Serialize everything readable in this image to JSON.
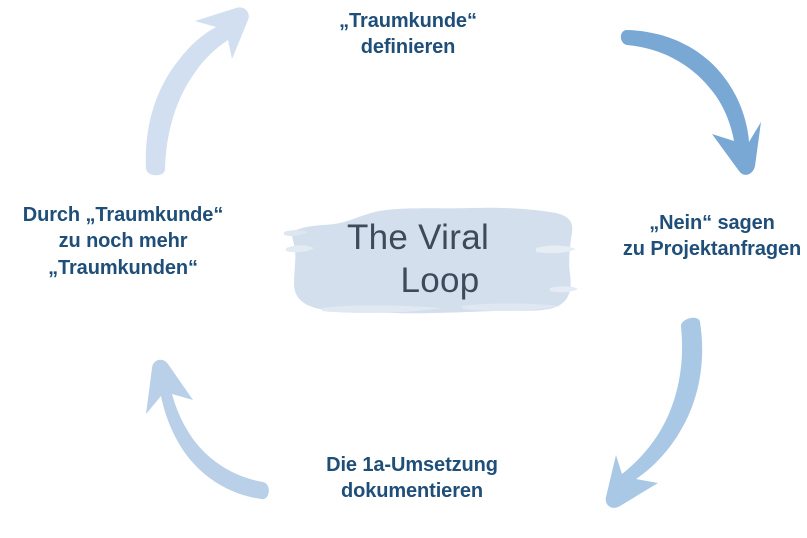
{
  "diagram": {
    "type": "cycle",
    "background_color": "#ffffff",
    "center": {
      "title_line1": "The Viral",
      "title_line2": "Loop",
      "text_color": "#3c4a5a",
      "brush_color": "#d3dfec"
    },
    "label_color": "#1f4e79",
    "nodes": [
      {
        "id": "top",
        "position": "top",
        "lines": [
          "„Traumkunde“",
          "definieren"
        ]
      },
      {
        "id": "right",
        "position": "right",
        "lines": [
          "„Nein“ sagen",
          "zu Projektanfragen"
        ]
      },
      {
        "id": "bottom",
        "position": "bottom",
        "lines": [
          "Die 1a-Umsetzung",
          "dokumentieren"
        ]
      },
      {
        "id": "left",
        "position": "left",
        "lines": [
          "Durch „Traumkunde“",
          "zu noch mehr",
          "„Traumkunden“"
        ]
      }
    ],
    "arrows": [
      {
        "id": "top-right",
        "from": "top",
        "to": "right",
        "direction": "down-right",
        "color": "#79a8d4"
      },
      {
        "id": "bottom-right",
        "from": "right",
        "to": "bottom",
        "direction": "down-left",
        "color": "#a9c8e6"
      },
      {
        "id": "bottom-left",
        "from": "bottom",
        "to": "left",
        "direction": "up-left",
        "color": "#b9d0e8"
      },
      {
        "id": "top-left",
        "from": "left",
        "to": "top",
        "direction": "up-right",
        "color": "#d2dff0"
      }
    ]
  }
}
